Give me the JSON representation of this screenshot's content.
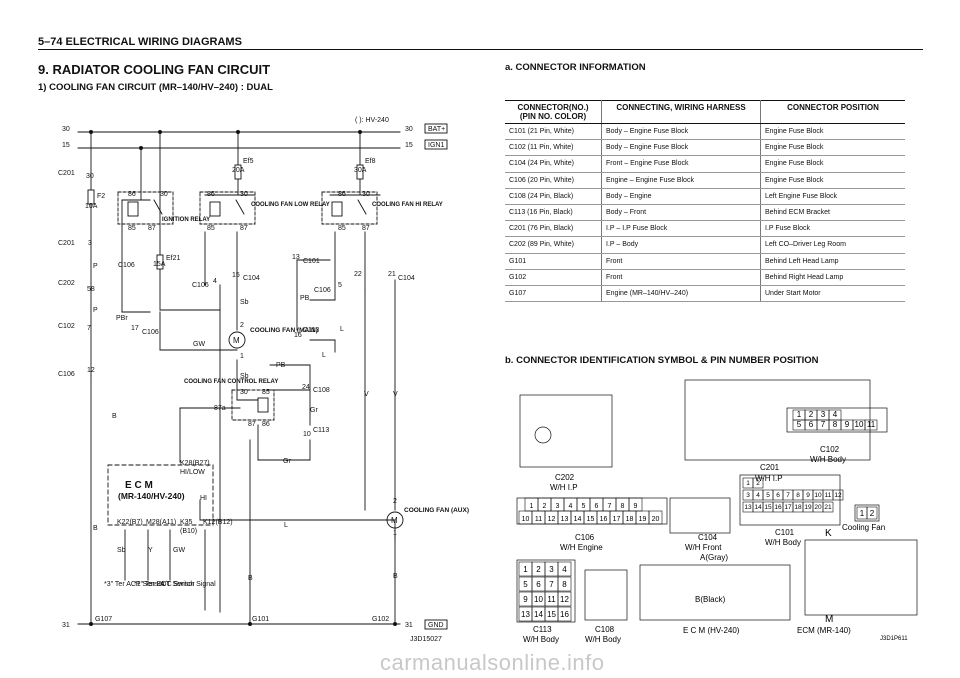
{
  "page_header": "5–74   ELECTRICAL WIRING DIAGRAMS",
  "section_title": "9. RADIATOR COOLING FAN CIRCUIT",
  "subsection_title": "1) COOLING FAN CIRCUIT (MR–140/HV–240) : DUAL",
  "schematic": {
    "line_30_left": "30",
    "line_30_right": "30",
    "line_15_left": "15",
    "line_15_right": "15",
    "line_31_left": "31",
    "line_31_right": "31",
    "hv_note": "(   ): HV-240",
    "bat_tag": "BAT+",
    "ign_tag": "IGN1",
    "gnd_tag": "GND",
    "fuse_f2": "F2",
    "fuse_f2_rating": "10A",
    "fuse_ef5": "Ef5",
    "fuse_ef5_rating": "20A",
    "fuse_ef8": "Ef8",
    "fuse_ef8_rating": "30A",
    "fuse_ef21": "Ef21",
    "fuse_ef21_rating": "15A",
    "c201_a": "C201",
    "c201_a_pin": "30",
    "c201_b": "C201",
    "c201_b_pin": "3",
    "c202": "C202",
    "c202_pin": "58",
    "c102": "C102",
    "c102_pin": "7",
    "c106_a": "C106",
    "c106_a_pin": "12",
    "c106_b": "C106",
    "c106_c": "C106",
    "c106_c_pin": "17",
    "c106_d": "C106",
    "c106_d_pin": "4",
    "c106_e": "C106",
    "c106_e_pin": "5",
    "c104_a": "C104",
    "c104_a_pin": "15",
    "c104_b": "C104",
    "c104_b_pin": "21",
    "c104_b_pin2": "22",
    "c101": "C101",
    "c101_pin": "13",
    "c113_a": "C113",
    "c113_a_pin": "16",
    "c113_b": "C113",
    "c113_b_pin": "10",
    "c108": "C108",
    "c108_pin": "24",
    "ign_relay": "IGNITION RELAY",
    "low_relay": "COOLING FAN LOW RELAY",
    "hi_relay": "COOLING FAN HI RELAY",
    "ctrl_relay": "COOLING FAN CONTROL RELAY",
    "fan_main": "COOLING FAN (MAIN)",
    "fan_aux": "COOLING FAN (AUX)",
    "ecm_title": "E C M",
    "ecm_sub": "(MR-140/HV-240)",
    "k28": "K28(B27)",
    "k28_sig": "HI/LOW",
    "hi_label": "HI",
    "k22": "K22(B7)",
    "m28": "M28(A11)",
    "k35": "K35",
    "k35b": "(B10)",
    "k12": "K12(B12)",
    "sensor_acp": "*3\" Ter ACP Sensor",
    "sensor_ect": "*1\" Ter ECT Sensor",
    "sensor_ac": "A/C Switch Signal",
    "g107": "G107",
    "g101": "G101",
    "g102": "G102",
    "wire_p": "P",
    "wire_pbr": "PBr",
    "wire_b": "B",
    "wire_gw": "GW",
    "wire_sb": "Sb",
    "wire_pb": "PB",
    "wire_l": "L",
    "wire_v": "V",
    "wire_gr": "Gr",
    "wire_y": "Y",
    "pin_30": "30",
    "pin_86": "86",
    "pin_85": "85",
    "pin_87": "87",
    "pin_87a": "87a",
    "pin_2": "2",
    "pin_1": "1",
    "ref": "J3D15027"
  },
  "connector_info": {
    "title": "a. CONNECTOR INFORMATION",
    "headers": [
      "CONNECTOR(NO.) (PIN NO. COLOR)",
      "CONNECTING, WIRING HARNESS",
      "CONNECTOR POSITION"
    ],
    "rows": [
      [
        "C101 (21 Pin, White)",
        "Body – Engine Fuse Block",
        "Engine Fuse Block"
      ],
      [
        "C102 (11 Pin, White)",
        "Body – Engine Fuse Block",
        "Engine Fuse Block"
      ],
      [
        "C104 (24 Pin, White)",
        "Front – Engine Fuse Block",
        "Engine Fuse Block"
      ],
      [
        "C106 (20 Pin, White)",
        "Engine – Engine Fuse Block",
        "Engine Fuse Block"
      ],
      [
        "C108 (24 Pin, Black)",
        "Body – Engine",
        "Left Engine Fuse Block"
      ],
      [
        "C113 (16 Pin, Black)",
        "Body – Front",
        "Behind ECM Bracket"
      ],
      [
        "C201 (76 Pin, Black)",
        "I.P – I.P Fuse Block",
        "I.P Fuse Block"
      ],
      [
        "C202 (89 Pin, White)",
        "I.P – Body",
        "Left CO–Driver Leg Room"
      ],
      [
        "G101",
        "Front",
        "Behind Left Head Lamp"
      ],
      [
        "G102",
        "Front",
        "Behind Right Head Lamp"
      ],
      [
        "G107",
        "Engine (MR–140/HV–240)",
        "Under Start Motor"
      ]
    ]
  },
  "connector_ident": {
    "title": "b. CONNECTOR IDENTIFICATION SYMBOL & PIN NUMBER POSITION",
    "c202": "C202",
    "c202_sub": "W/H I.P",
    "c201": "C201",
    "c201_sub": "W/H I.P",
    "c102": "C102",
    "c102_sub": "W/H Body",
    "c106": "C106",
    "c106_sub": "W/H Engine",
    "c104": "C104",
    "c104_sub": "W/H Front",
    "c101": "C101",
    "c101_sub": "W/H Body",
    "cooling_fan": "Cooling Fan",
    "c113": "C113",
    "c113_sub": "W/H Body",
    "c108": "C108",
    "c108_sub": "W/H Body",
    "a_gray": "A(Gray)",
    "b_black": "B(Black)",
    "ecm_hv": "E C M (HV-240)",
    "k_label": "K",
    "m_label": "M",
    "ecm_mr": "ECM (MR-140)",
    "ref": "J3D1P611",
    "c106_row1": [
      "1",
      "2",
      "3",
      "4",
      "5",
      "6",
      "7",
      "8",
      "9"
    ],
    "c106_row2": [
      "10",
      "11",
      "12",
      "13",
      "14",
      "15",
      "16",
      "17",
      "18",
      "19",
      "20"
    ],
    "c102_row1": [
      "1",
      "2",
      "3",
      "4"
    ],
    "c102_row2": [
      "5",
      "6",
      "7",
      "8",
      "9",
      "10",
      "11"
    ],
    "c113_grid": [
      "1",
      "2",
      "3",
      "4",
      "5",
      "6",
      "7",
      "8",
      "9",
      "10",
      "11",
      "12",
      "13",
      "14",
      "15",
      "16"
    ],
    "c101_row1": [
      "1",
      "2"
    ],
    "c101_row2": [
      "3",
      "4",
      "5",
      "6",
      "7",
      "8",
      "9",
      "10",
      "11",
      "12"
    ],
    "c101_row3": [
      "13",
      "14",
      "15",
      "16",
      "17",
      "18",
      "19",
      "20",
      "21"
    ],
    "fan_pins": [
      "1",
      "2"
    ]
  },
  "watermark": "carmanualsonline.info"
}
